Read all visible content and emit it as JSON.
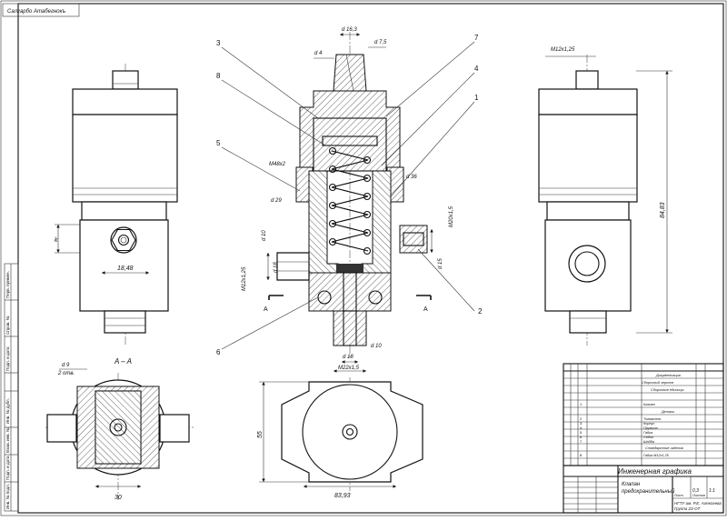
{
  "stamp_top": "Салгарбо Атабегнокъ",
  "section_label": "A – A",
  "cut_marker": "A",
  "callouts": [
    "1",
    "2",
    "3",
    "4",
    "5",
    "6",
    "7",
    "8"
  ],
  "dims": {
    "d16_3": "d 16,3",
    "d7_5": "d 7,5",
    "d4": "d 4",
    "m12_top": "M12x1,25",
    "m48": "M48x2",
    "d36": "d 36",
    "d29": "d 29",
    "d10_a": "d 10",
    "d18_a": "d 18",
    "m12_left": "M12x1,25",
    "d15": "d 15",
    "m20": "M20x1,5",
    "d18_b": "d 18",
    "d10_b": "d 10",
    "m22": "M22x1,5",
    "dim_18_48": "18,48",
    "dim_83_93": "83,93",
    "dim_55": "55",
    "dim_30": "30",
    "d9": "d 9",
    "otv": "2 отв.",
    "k": "k",
    "dim_84_83": "84,83"
  },
  "title_block": {
    "title": "Инженерная графика",
    "name_line1": "Клапан",
    "name_line2": "предохранительный",
    "org_line1": "НГТУ им. Р.Е. Алексеева",
    "org_line2": "Группа 23-ОТ",
    "scale": "1:1",
    "mass": "0,3",
    "sheet": "Лист",
    "sheets": "Листов"
  },
  "spec_rows": [
    "Документация",
    "Сборочный чертеж",
    "Сборочные единицы",
    "Клапан",
    "Детали",
    "Толкатель",
    "Корпус",
    "Пружина",
    "Гайка",
    "Седло",
    "Шайба",
    "Стандартные изделия",
    "Гайка М12х1,25"
  ],
  "spec_nums": [
    "1",
    "2",
    "3",
    "4",
    "5",
    "6",
    "7",
    "8"
  ],
  "side_labels": [
    "Подп. и дата",
    "Инв. № дубл.",
    "Взам. инв. №",
    "Подп. и дата",
    "Инв. № подл.",
    "Справ. №",
    "Перв. примен."
  ]
}
